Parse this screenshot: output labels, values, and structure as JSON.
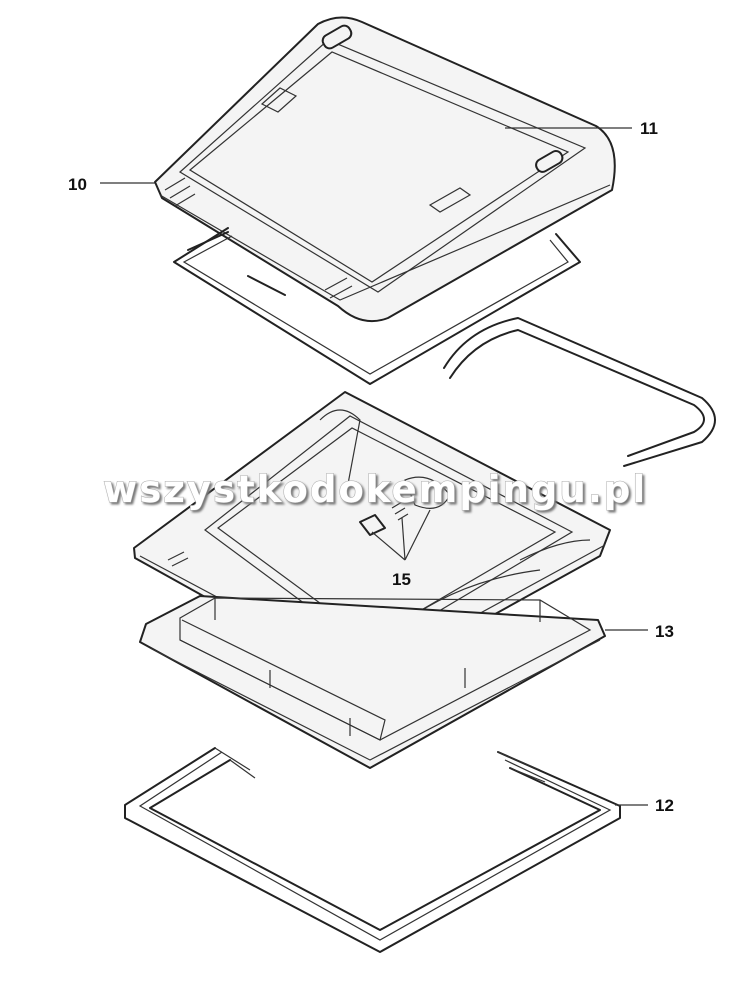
{
  "diagram": {
    "labels": {
      "lid": "10",
      "window": "11",
      "frame": "13",
      "inner_frame": "12",
      "latch": "15"
    },
    "watermark": "wszystkodokempingu.pl"
  }
}
